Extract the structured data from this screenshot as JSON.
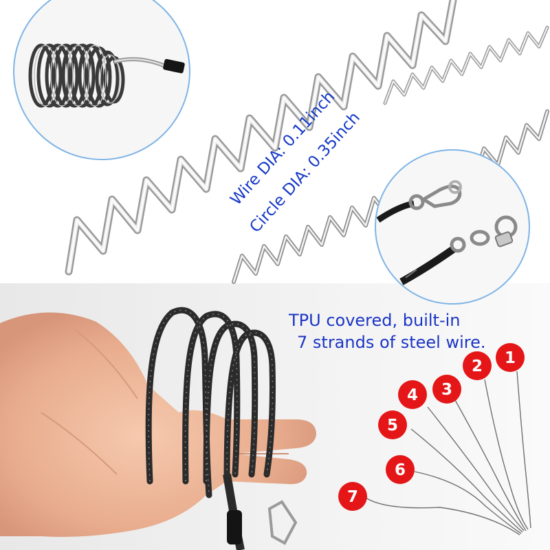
{
  "captions": {
    "wire_dia": "Wire DIA: 0.11inch",
    "circle_dia": "Circle DIA: 0.35inch",
    "tpu_line1": "TPU covered, built-in",
    "tpu_line2": "7 strands of steel wire."
  },
  "strand_badges": [
    "1",
    "2",
    "3",
    "4",
    "5",
    "6",
    "7"
  ],
  "colors": {
    "caption_blue": "#1639c6",
    "badge_red": "#e41617",
    "coil_silver": "#c9c9c9",
    "background_gray": "#eeeeee"
  }
}
